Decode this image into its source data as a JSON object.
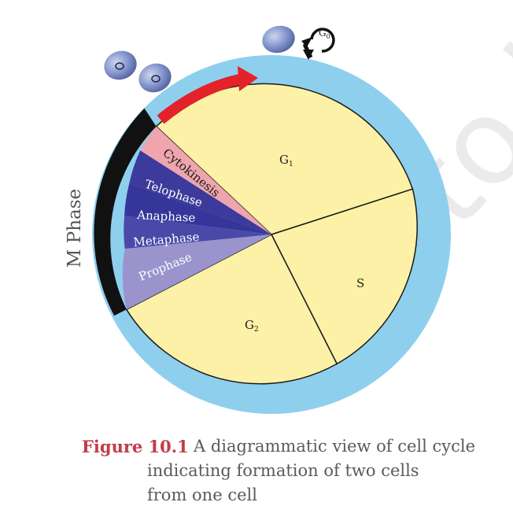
{
  "diagram": {
    "side_label": "M Phase",
    "phases": {
      "g1": "G",
      "g1_sub": "1",
      "s": "S",
      "g2": "G",
      "g2_sub": "2",
      "g0": "G",
      "g0_sub": "0"
    },
    "m_subphases": [
      "Cytokinesis",
      "Telophase",
      "Anaphase",
      "Metaphase",
      "Prophase"
    ],
    "watermark": "Not to be republished",
    "colors": {
      "outer_ring": "#8ecfee",
      "interphase": "#fcf1a6",
      "cytokinesis": "#efa5ad",
      "telophase": "#3c3a9a",
      "anaphase": "#36359a",
      "metaphase": "#4a49a8",
      "prophase": "#9a93cc",
      "m_band": "#111111",
      "arrow": "#e3222a",
      "cell": "#7a8fc8"
    }
  },
  "caption": {
    "label": "Figure 10.1",
    "line1": "A diagrammatic view of cell cycle",
    "line2": "indicating formation of two cells",
    "line3": "from one cell"
  }
}
